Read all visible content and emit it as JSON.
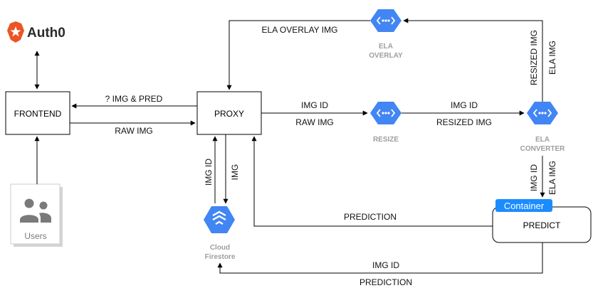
{
  "brand": {
    "name": "Auth0",
    "accent": "#eb5424"
  },
  "colors": {
    "service": "#4285f4",
    "badge": "#1a8cff"
  },
  "icons": {
    "auth0": "auth0-logo-icon",
    "users": "users-icon",
    "cloud_function": "cloud-functions-icon",
    "firestore": "cloud-firestore-icon"
  },
  "nodes": {
    "frontend": "FRONTEND",
    "proxy": "PROXY",
    "predict": "PREDICT",
    "container_badge": "Container",
    "users": "Users",
    "resize": "RESIZE",
    "ela_converter": [
      "ELA",
      "CONVERTER"
    ],
    "ela_overlay": [
      "ELA",
      "OVERLAY"
    ],
    "firestore": [
      "Cloud",
      "Firestore"
    ]
  },
  "edges": {
    "proxy_to_frontend": "? IMG & PRED",
    "frontend_to_proxy": "RAW IMG",
    "proxy_resize_id": "IMG ID",
    "proxy_resize_img": "RAW IMG",
    "resize_ela_id": "IMG ID",
    "resize_ela_img": "RESIZED IMG",
    "ela_overlay_resized": "RESIZED IMG",
    "ela_overlay_img": "ELA IMG",
    "overlay_to_proxy": "ELA OVERLAY IMG",
    "firestore_to_proxy": "IMG ID",
    "proxy_to_firestore": "IMG",
    "ela_predict_id": "IMG ID",
    "ela_predict_img": "ELA IMG",
    "predict_to_proxy": "PREDICTION",
    "predict_firestore_id": "IMG ID",
    "predict_firestore_pred": "PREDICTION"
  }
}
